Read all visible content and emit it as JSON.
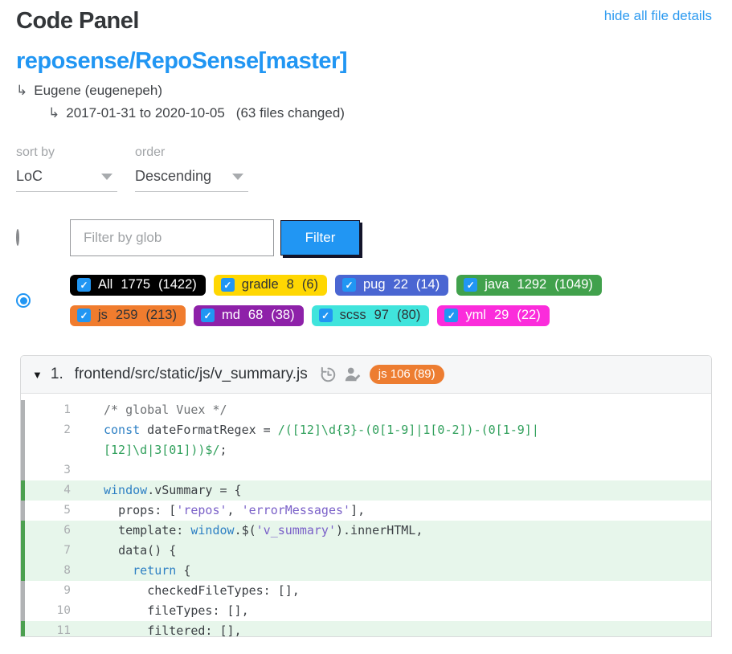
{
  "page": {
    "title": "Code Panel",
    "toggle_link": "hide all file details"
  },
  "repo": {
    "name": "reposense/RepoSense[master]",
    "arrow": "↳",
    "author": "Eugene (eugenepeh)",
    "period": "2017-01-31 to 2020-10-05",
    "files_changed": "(63 files changed)"
  },
  "controls": {
    "sort_by_label": "sort by",
    "sort_by_value": "LoC",
    "order_label": "order",
    "order_value": "Descending"
  },
  "filter": {
    "placeholder": "Filter by glob",
    "button_label": "Filter",
    "check_glyph": "✓"
  },
  "file_types": [
    {
      "name": "All",
      "total": "1775",
      "authored": "(1422)",
      "bg": "#000000",
      "fg": "#ffffff"
    },
    {
      "name": "gradle",
      "total": "8",
      "authored": "(6)",
      "bg": "#ffd702",
      "fg": "#2f3337"
    },
    {
      "name": "pug",
      "total": "22",
      "authored": "(14)",
      "bg": "#4a66d2",
      "fg": "#ffffff"
    },
    {
      "name": "java",
      "total": "1292",
      "authored": "(1049)",
      "bg": "#41a14c",
      "fg": "#ffffff"
    },
    {
      "name": "js",
      "total": "259",
      "authored": "(213)",
      "bg": "#f07c2e",
      "fg": "#2f3337"
    },
    {
      "name": "md",
      "total": "68",
      "authored": "(38)",
      "bg": "#8e21a9",
      "fg": "#ffffff"
    },
    {
      "name": "scss",
      "total": "97",
      "authored": "(80)",
      "bg": "#40e4dc",
      "fg": "#2f3337"
    },
    {
      "name": "yml",
      "total": "29",
      "authored": "(22)",
      "bg": "#fb2cdb",
      "fg": "#ffffff"
    }
  ],
  "file_panel": {
    "collapse_glyph": "▼",
    "index": "1.",
    "path": "frontend/src/static/js/v_summary.js",
    "badge": "js 106 (89)",
    "badge_bg": "#ed7d31"
  },
  "code": {
    "lines": [
      {
        "num": "1",
        "bar": "gray",
        "hl": false,
        "segments": [
          {
            "t": "cm",
            "s": "/* global Vuex */"
          }
        ]
      },
      {
        "num": "2",
        "bar": "gray",
        "hl": false,
        "segments": [
          {
            "t": "kw",
            "s": "const"
          },
          {
            "t": "pl",
            "s": " dateFormatRegex = "
          },
          {
            "t": "re",
            "s": "/([12]\\d{3}-(0[1-9]|1[0-2])-(0[1-9]|"
          }
        ]
      },
      {
        "num": "",
        "bar": "gray",
        "hl": false,
        "segments": [
          {
            "t": "re",
            "s": "[12]\\d|3[01]))$/"
          },
          {
            "t": "pl",
            "s": ";"
          }
        ]
      },
      {
        "num": "3",
        "bar": "gray",
        "hl": false,
        "segments": []
      },
      {
        "num": "4",
        "bar": "green",
        "hl": true,
        "segments": [
          {
            "t": "kw",
            "s": "window"
          },
          {
            "t": "pl",
            "s": ".vSummary = {"
          }
        ]
      },
      {
        "num": "5",
        "bar": "gray",
        "hl": false,
        "segments": [
          {
            "t": "pl",
            "s": "  props: ["
          },
          {
            "t": "str",
            "s": "'repos'"
          },
          {
            "t": "pl",
            "s": ", "
          },
          {
            "t": "str",
            "s": "'errorMessages'"
          },
          {
            "t": "pl",
            "s": "],"
          }
        ]
      },
      {
        "num": "6",
        "bar": "green",
        "hl": true,
        "segments": [
          {
            "t": "pl",
            "s": "  template: "
          },
          {
            "t": "kw",
            "s": "window"
          },
          {
            "t": "pl",
            "s": ".$("
          },
          {
            "t": "str",
            "s": "'v_summary'"
          },
          {
            "t": "pl",
            "s": ").innerHTML,"
          }
        ]
      },
      {
        "num": "7",
        "bar": "green",
        "hl": true,
        "segments": [
          {
            "t": "pl",
            "s": "  data() {"
          }
        ]
      },
      {
        "num": "8",
        "bar": "green",
        "hl": true,
        "segments": [
          {
            "t": "pl",
            "s": "    "
          },
          {
            "t": "kw",
            "s": "return"
          },
          {
            "t": "pl",
            "s": " {"
          }
        ]
      },
      {
        "num": "9",
        "bar": "gray",
        "hl": false,
        "segments": [
          {
            "t": "pl",
            "s": "      checkedFileTypes: [],"
          }
        ]
      },
      {
        "num": "10",
        "bar": "gray",
        "hl": false,
        "segments": [
          {
            "t": "pl",
            "s": "      fileTypes: [],"
          }
        ]
      },
      {
        "num": "11",
        "bar": "green",
        "hl": true,
        "segments": [
          {
            "t": "pl",
            "s": "      filtered: [],"
          }
        ]
      }
    ]
  }
}
